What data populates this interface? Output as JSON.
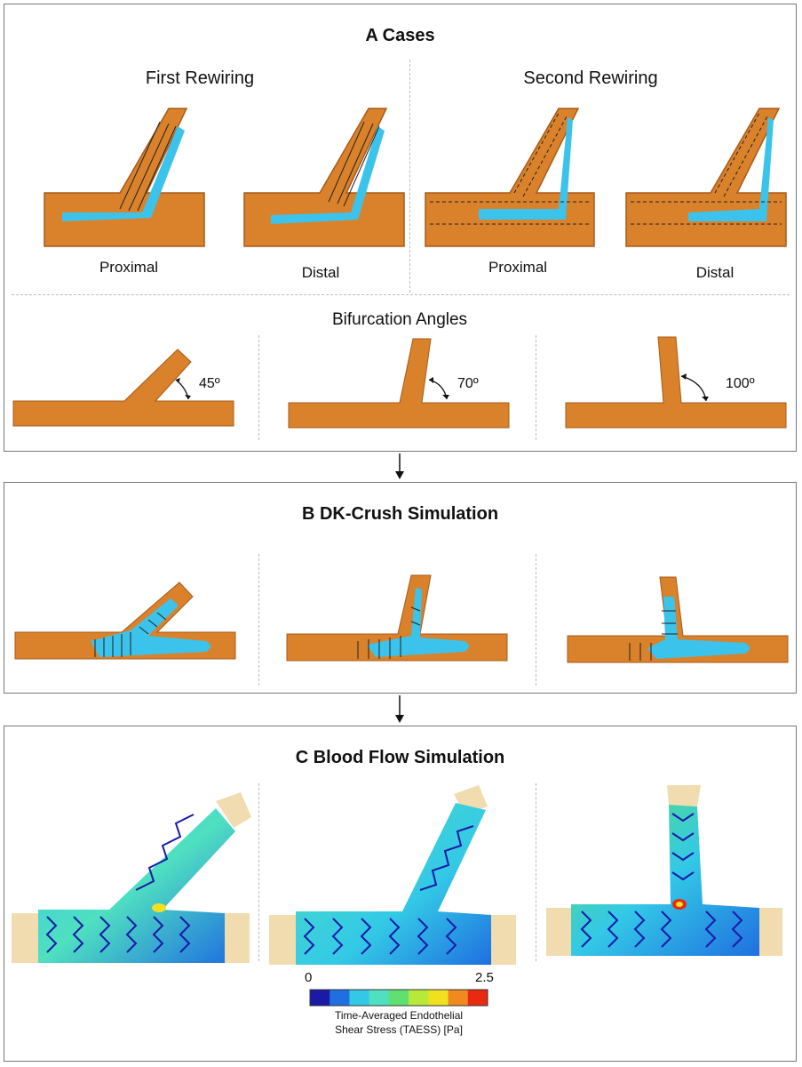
{
  "panel_a": {
    "title": "A  Cases",
    "first_rewiring": "First Rewiring",
    "second_rewiring": "Second Rewiring",
    "cases": [
      "Proximal",
      "Distal",
      "Proximal",
      "Distal"
    ],
    "bifurcation_title": "Bifurcation Angles",
    "angles": [
      "45º",
      "70º",
      "100º"
    ]
  },
  "panel_b": {
    "title": "B  DK-Crush Simulation"
  },
  "panel_c": {
    "title": "C  Blood Flow Simulation",
    "colorbar": {
      "min_label": "0",
      "max_label": "2.5",
      "caption_line1": "Time-Averaged Endothelial",
      "caption_line2": "Shear Stress (TAESS) [Pa]",
      "colors": [
        "#1a1aa8",
        "#1f6fe0",
        "#33c9e6",
        "#4fe0c0",
        "#5fe070",
        "#b8e83a",
        "#f0e020",
        "#f08a20",
        "#e82a10"
      ]
    }
  },
  "colors": {
    "vessel": "#d9822b",
    "vessel_dark": "#a85a18",
    "stent_balloon": "#3cc3ec",
    "vessel_end": "#f1dcb0"
  }
}
